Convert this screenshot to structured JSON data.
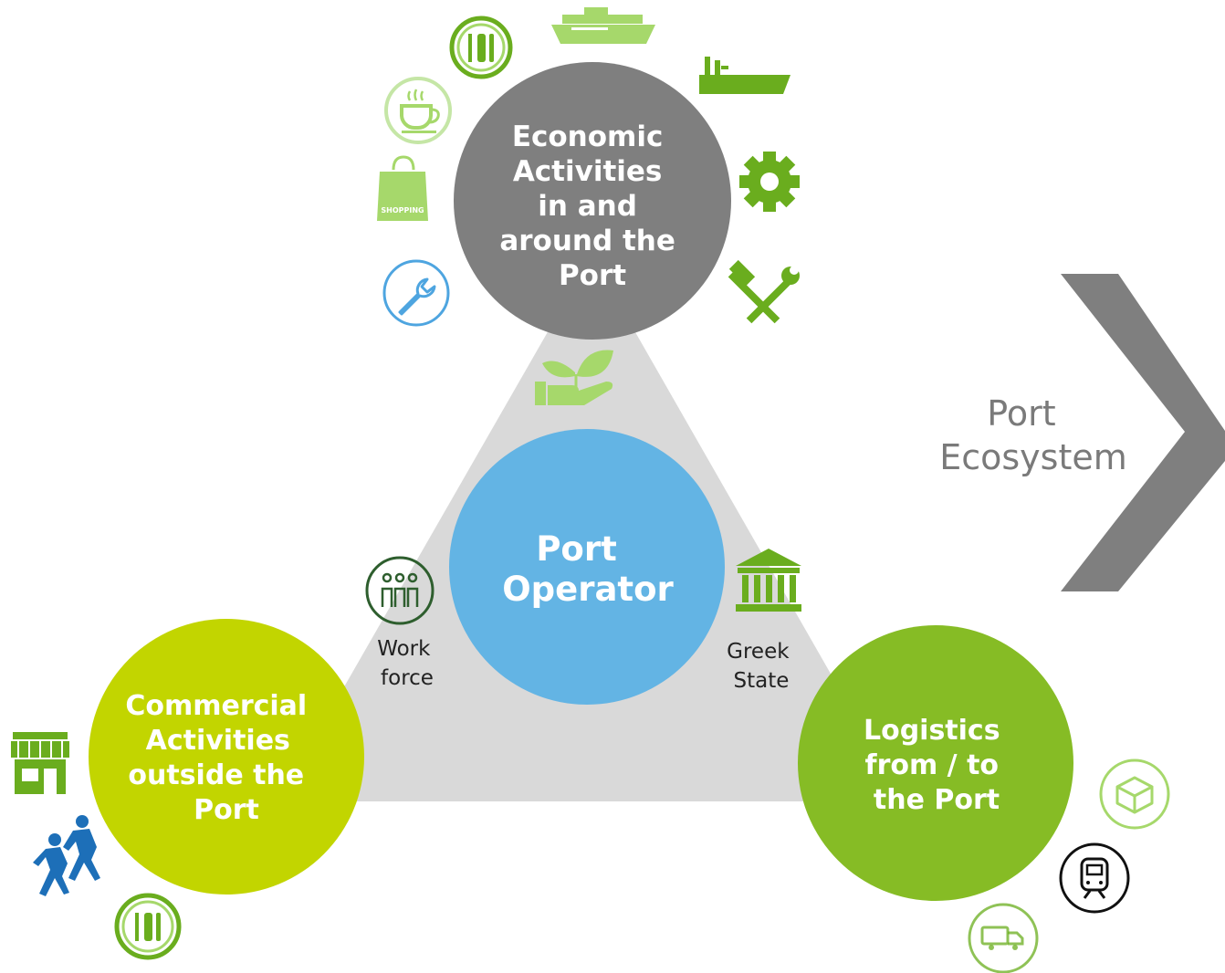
{
  "nodes": {
    "economic": {
      "lines": [
        "Economic",
        "Activities",
        "in and",
        "around the",
        "Port"
      ],
      "color": "#7f7f7f"
    },
    "operator": {
      "lines": [
        "Port",
        "Operator"
      ],
      "color": "#63b4e4"
    },
    "commercial": {
      "lines": [
        "Commercial",
        "Activities",
        "outside the",
        "Port"
      ],
      "color": "#c2d500"
    },
    "logistics": {
      "lines": [
        "Logistics",
        "from / to",
        "the Port"
      ],
      "color": "#86bc25"
    }
  },
  "labels": {
    "workforce": [
      "Work",
      "force"
    ],
    "greek_state": [
      "Greek",
      "State"
    ],
    "ecosystem": [
      "Port",
      "Ecosystem"
    ],
    "shopping_bag": "SHOPPING"
  },
  "colors": {
    "triangle": "#d9d9d9",
    "chevron": "#7f7f7f",
    "icon_green": "#6aad1e",
    "icon_light_green": "#a6d86b",
    "icon_blue": "#4ea5e0",
    "icon_dark_green": "#2e5e2e",
    "icon_dark_blue": "#1d6fb8"
  }
}
